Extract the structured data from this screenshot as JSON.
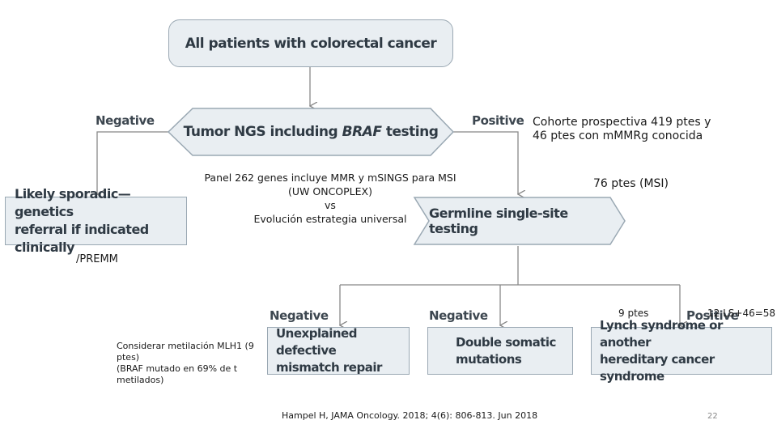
{
  "flowchart": {
    "top_box": "All patients with colorectal cancer",
    "ngs_box": "Tumor NGS including BRAF testing",
    "ngs_box_prefix": "Tumor NGS including ",
    "ngs_box_italic": "BRAF",
    "ngs_box_suffix": " testing",
    "sporadic_box_line1": "Likely sporadic—genetics",
    "sporadic_box_line2": "referral if indicated clinically",
    "germline_box": "Germline single-site testing",
    "unexplained_box_line1": "Unexplained defective",
    "unexplained_box_line2": "mismatch repair",
    "double_box_line1": "Double somatic",
    "double_box_line2": "mutations",
    "lynch_box_line1": "Lynch syndrome or another",
    "lynch_box_line2": "hereditary cancer syndrome",
    "label_negative_left": "Negative",
    "label_positive_right": "Positive",
    "label_negative_1": "Negative",
    "label_negative_2": "Negative",
    "label_positive_bottom": "Positive"
  },
  "annotations": {
    "cohort_line1": "Cohorte prospectiva 419 ptes y",
    "cohort_line2": "46 ptes con mMMRg conocida",
    "panel_line1": "Panel 262 genes incluye MMR y mSINGS para MSI",
    "panel_line2": "(UW ONCOPLEX)",
    "panel_line3": "vs",
    "panel_line4": "Evolución estrategia universal",
    "msi": "76 ptes (MSI)",
    "premm": "/PREMM",
    "nine_ptes": "9 ptes",
    "ls_count": "12 LS+46=58",
    "mlh1_line1": "Considerar metilación MLH1 (9",
    "mlh1_line2": "ptes)",
    "mlh1_line3": "(BRAF mutado en 69% de t",
    "mlh1_line4": "metilados)"
  },
  "footer": {
    "citation": "Hampel H, JAMA Oncology. 2018; 4(6): 806-813. Jun 2018",
    "page_number": "22"
  },
  "colors": {
    "box_fill": "#e9eef2",
    "box_border": "#9aa8b3",
    "arrow": "#888888"
  }
}
